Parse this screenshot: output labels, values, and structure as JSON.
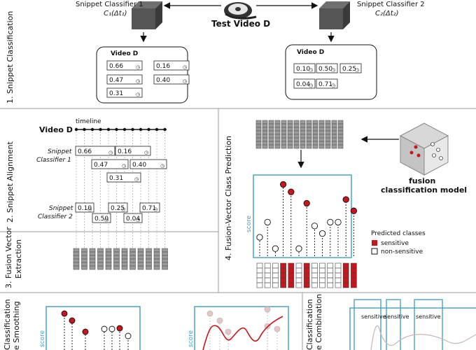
{
  "panel1": {
    "section_label": "1. Snippet Classification",
    "classifier1_title": "Snippet Classifier 1",
    "classifier1_formula": "C₁(Δt₁)",
    "classifier2_title": "Snippet Classifier 2",
    "classifier2_formula": "C₂(Δt₂)",
    "video_label": "Test Video D",
    "box1": {
      "title": "Video D",
      "scores": [
        "0.66",
        "0.16",
        "0.47",
        "0.40",
        "0.31"
      ]
    },
    "box2": {
      "title": "Video D",
      "scores": [
        "0.10",
        "0.50",
        "0.25",
        "0.04",
        "0.71"
      ]
    }
  },
  "panel2": {
    "section_label": "2. Snippet Alignment",
    "timeline_label": "timeline",
    "video_label": "Video D",
    "classifier1_label": [
      "Snippet",
      "Classifier 1"
    ],
    "classifier2_label": [
      "Snippet",
      "Classifier 2"
    ],
    "c1_scores": [
      "0.66",
      "0.16",
      "0.47",
      "0.40",
      "0.31"
    ],
    "c2_scores": [
      "0.10",
      "0.25",
      "0.71",
      "0.50",
      "0.04"
    ]
  },
  "panel3": {
    "section_label": [
      "3. Fusion Vector",
      "Extraction"
    ]
  },
  "panel4": {
    "section_label": "4. Fusion-Vector Class Prediction",
    "model_label": [
      "fusion",
      "classification model"
    ],
    "axis_label": "score",
    "legend_title": "Predicted classes",
    "legend_items": [
      {
        "label": "sensitive",
        "color": "#c8151b"
      },
      {
        "label": "non-sensitive",
        "color": "#ffffff"
      }
    ],
    "prediction_scores": [
      0.25,
      0.45,
      0.1,
      0.95,
      0.85,
      0.1,
      0.7,
      0.4,
      0.3,
      0.45,
      0.45,
      0.75,
      0.6
    ],
    "sensitive_flags": [
      false,
      false,
      false,
      true,
      true,
      false,
      true,
      false,
      false,
      false,
      false,
      true,
      true
    ]
  },
  "panel5": {
    "section_label": [
      "Classification",
      "e Smoothing"
    ],
    "axis_label_left": "score",
    "axis_label_right": "score"
  },
  "panel6": {
    "section_label": [
      "Classification",
      "e Combination"
    ],
    "segment_labels": [
      "sensitive",
      "sensitive",
      "sensitive"
    ]
  },
  "colors": {
    "accent_blue": "#4aa3c8",
    "sensitive_red": "#c8151b",
    "panel_border": "#9a9a9a"
  }
}
